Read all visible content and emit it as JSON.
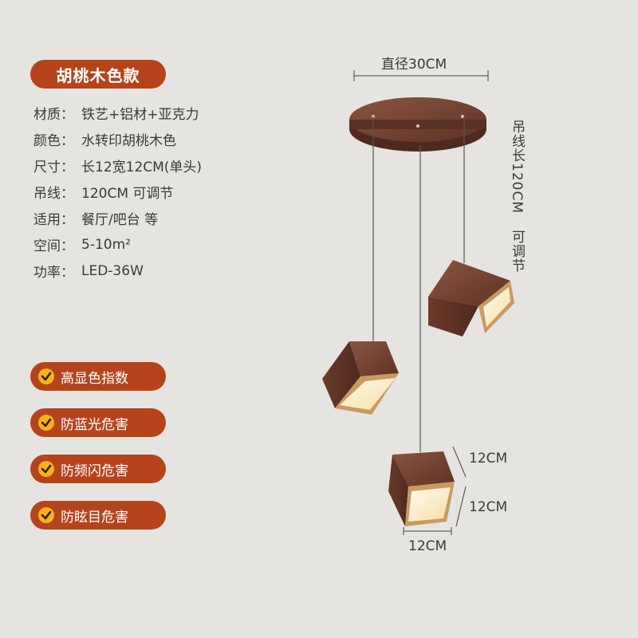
{
  "title": "胡桃木色款",
  "specs": [
    {
      "label": "材质：",
      "value": "铁艺+铝材+亚克力"
    },
    {
      "label": "颜色：",
      "value": "水转印胡桃木色"
    },
    {
      "label": "尺寸：",
      "value": "长12宽12CM(单头)"
    },
    {
      "label": "吊线：",
      "value": "120CM 可调节"
    },
    {
      "label": "适用：",
      "value": "餐厅/吧台 等"
    },
    {
      "label": "空间：",
      "value": "5-10m²"
    },
    {
      "label": "功率：",
      "value": "LED-36W"
    }
  ],
  "features": [
    "高显色指数",
    "防蓝光危害",
    "防频闪危害",
    "防眩目危害"
  ],
  "dimensions": {
    "canopy_diameter": "直径30CM",
    "cord_length": "吊线长120CM",
    "cord_adjustable": "可调节",
    "cube_dim_1": "12CM",
    "cube_dim_2": "12CM",
    "cube_dim_3": "12CM"
  },
  "colors": {
    "accent": "#b5441d",
    "check": "#f4b21b",
    "background": "#e6e4e0",
    "wood": "#6e4030"
  }
}
